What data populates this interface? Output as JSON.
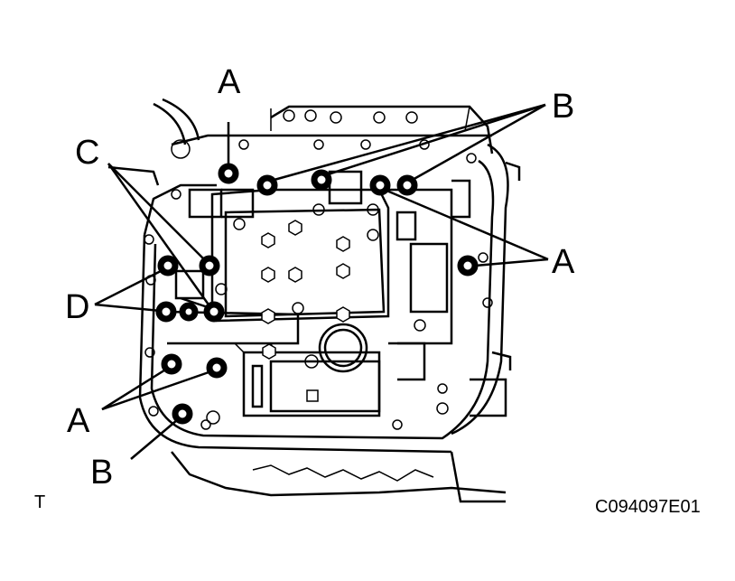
{
  "labels": {
    "a_top": "A",
    "b_top_right": "B",
    "c": "C",
    "a_right": "A",
    "d": "D",
    "a_bottom_left": "A",
    "b_bottom_left": "B",
    "t_mark": "T",
    "figure_code": "C094097E01"
  },
  "colors": {
    "ink": "#000000",
    "paper": "#ffffff"
  }
}
